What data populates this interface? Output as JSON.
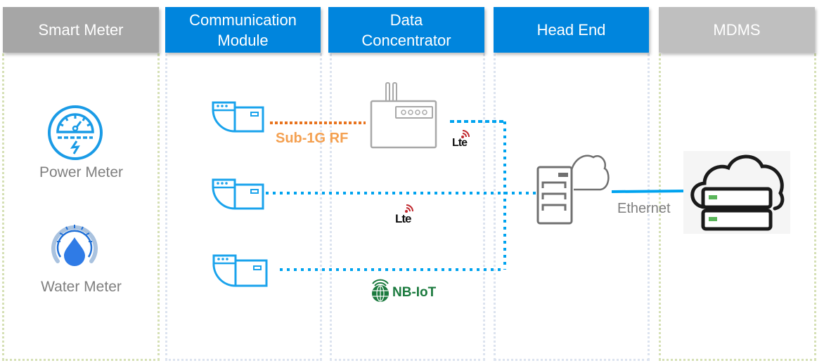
{
  "headers": {
    "smart_meter": "Smart Meter",
    "comm_module_line1": "Communication",
    "comm_module_line2": "Module",
    "data_conc_line1": "Data",
    "data_conc_line2": "Concentrator",
    "head_end": "Head End",
    "mdms": "MDMS"
  },
  "devices": {
    "power_meter": "Power Meter",
    "water_meter": "Water Meter"
  },
  "links": {
    "sub1g": "Sub-1G RF",
    "lte_logo_1": "Lte",
    "lte_logo_2": "Lte",
    "nbiot_logo": "NB-IoT",
    "ethernet": "Ethernet"
  },
  "colors": {
    "header_blue": "#0085dd",
    "header_gray_dark": "#a6a6a6",
    "header_gray_light": "#bfbfbf",
    "icon_blue": "#1a9be6",
    "rf_orange": "#e8731e",
    "rf_label": "#f4a050",
    "link_blue": "#00a3ef",
    "nbiot_green": "#1b7a3e",
    "lte_red": "#c0272d"
  }
}
